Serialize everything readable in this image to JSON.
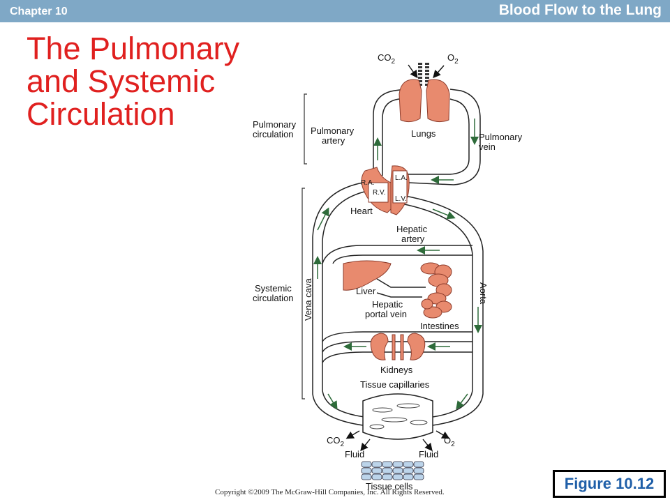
{
  "header": {
    "chapter": "Chapter 10",
    "section": "Blood Flow to the Lung"
  },
  "title_lines": [
    "The Pulmonary",
    "and Systemic",
    "Circulation"
  ],
  "figure_label": "Figure 10.12",
  "copyright": "Copyright ©2009 The McGraw-Hill Companies, Inc. All Rights Reserved.",
  "colors": {
    "header_bar": "#7fa8c6",
    "title": "#e0201f",
    "figure_label": "#1f5fa8",
    "organ": "#e88a6e",
    "flow_arrow": "#2e6b3a"
  },
  "diagram": {
    "co2_top": "CO",
    "co2_top_sub": "2",
    "o2_top": "O",
    "o2_top_sub": "2",
    "lungs": "Lungs",
    "pulmonary_circulation": [
      "Pulmonary",
      "circulation"
    ],
    "pulmonary_artery": [
      "Pulmonary",
      "artery"
    ],
    "pulmonary_vein": [
      "Pulmonary",
      "vein"
    ],
    "ra": "R.A.",
    "rv": "R.V.",
    "la": "L.A.",
    "lv": "L.V.",
    "heart": "Heart",
    "hepatic_artery": [
      "Hepatic",
      "artery"
    ],
    "systemic_circulation": [
      "Systemic",
      "circulation"
    ],
    "vena_cava": "Vena cava",
    "aorta": "Aorta",
    "liver": "Liver",
    "hepatic_portal_vein": [
      "Hepatic",
      "portal vein"
    ],
    "intestines": "Intestines",
    "kidneys": "Kidneys",
    "tissue_capillaries": "Tissue capillaries",
    "co2_bottom": "CO",
    "co2_bottom_sub": "2",
    "o2_bottom": "O",
    "o2_bottom_sub": "2",
    "fluid_left": "Fluid",
    "fluid_right": "Fluid",
    "tissue_cells": "Tissue cells"
  }
}
